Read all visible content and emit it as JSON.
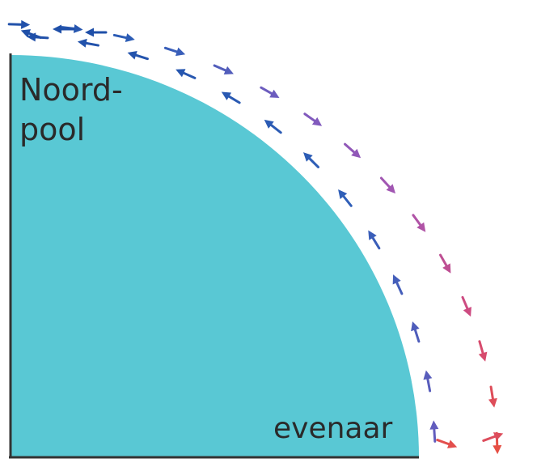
{
  "labels": {
    "north_pole_line1": "Noord-",
    "north_pole_line2": "pool",
    "equator": "evenaar"
  },
  "colors": {
    "earth_fill": "#59c8d4",
    "axis_lines": "#333333",
    "arrow_gradient": [
      "#1f4fa8",
      "#2f5fb8",
      "#7a5bbf",
      "#a855b0",
      "#d24a7a",
      "#e8503e"
    ]
  },
  "icons": {
    "flow_arrow": "arrow-icon"
  }
}
